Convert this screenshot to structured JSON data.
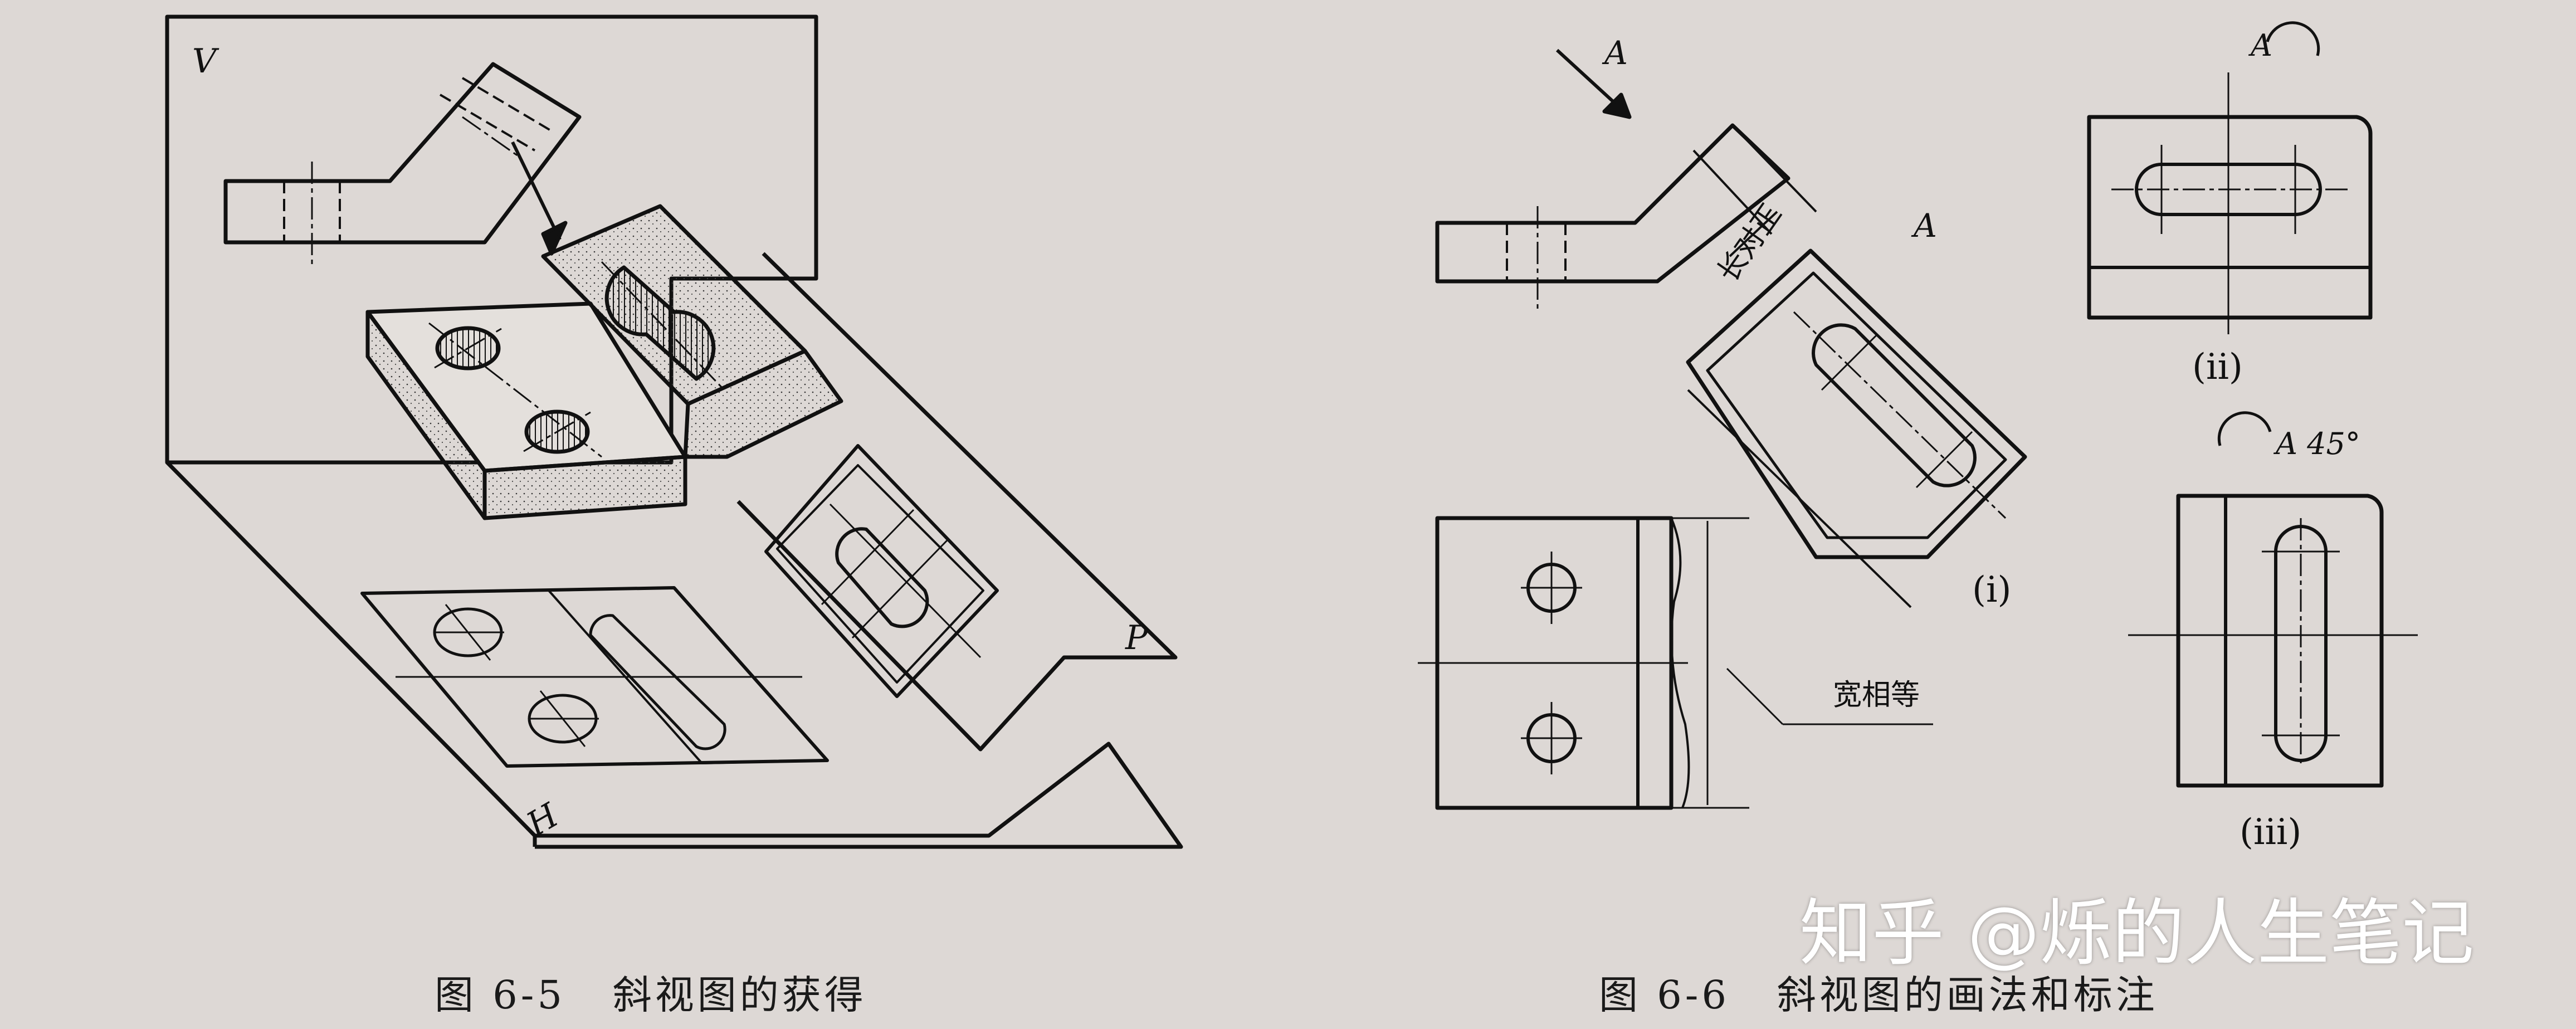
{
  "colors": {
    "paper": "#ddd8d5",
    "ink": "#111111",
    "watermark": "#ffffff"
  },
  "fig5": {
    "caption": "图 6-5   斜视图的获得",
    "plane_v": "V",
    "plane_p": "P",
    "plane_h": "H"
  },
  "fig6": {
    "caption": "图 6-6   斜视图的画法和标注",
    "view_dir": "A",
    "view_label": "A",
    "dim_long": "长对正",
    "dim_wide": "宽相等",
    "sub_i": "(i)",
    "sub_ii": "(ii)",
    "sub_iii": "(iii)",
    "label_ii": "A",
    "label_iii": "A 45°"
  },
  "watermark": "知乎 @烁的人生笔记"
}
